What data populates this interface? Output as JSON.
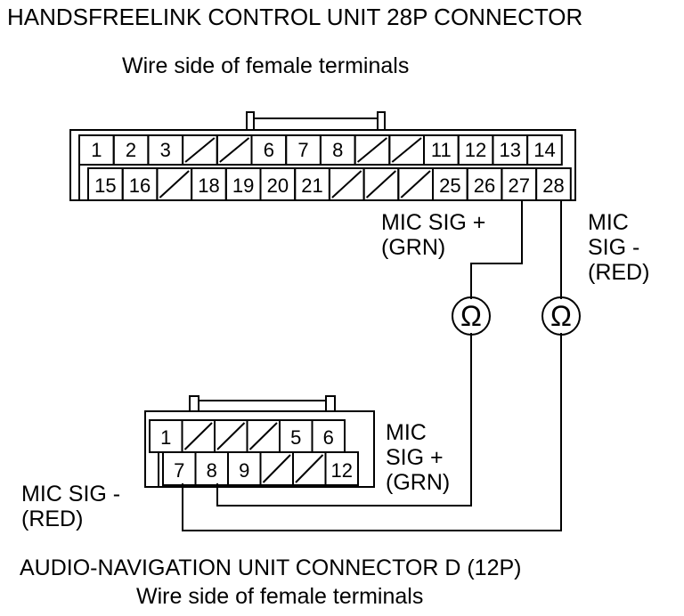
{
  "top_title": "HANDSFREELINK CONTROL UNIT 28P CONNECTOR",
  "top_subtitle": "Wire side of female terminals",
  "bottom_title": "AUDIO-NAVIGATION UNIT CONNECTOR D (12P)",
  "bottom_subtitle": "Wire side of female terminals",
  "hfl_connector": {
    "row1": [
      "1",
      "2",
      "3",
      "/",
      "/",
      "6",
      "7",
      "8",
      "/",
      "/",
      "11",
      "12",
      "13",
      "14"
    ],
    "row2": [
      "15",
      "16",
      "/",
      "18",
      "19",
      "20",
      "21",
      "/",
      "/",
      "/",
      "25",
      "26",
      "27",
      "28"
    ]
  },
  "nav_connector": {
    "row1": [
      "1",
      "/",
      "/",
      "/",
      "5",
      "6"
    ],
    "row2": [
      "7",
      "8",
      "9",
      "/",
      "/",
      "12"
    ]
  },
  "meter_symbol": "Ω",
  "labels": {
    "mic_sig_plus_top": "MIC SIG +\n(GRN)",
    "mic_sig_minus_top": "MIC\nSIG -\n(RED)",
    "mic_sig_plus_bottom": "MIC\nSIG +\n(GRN)",
    "mic_sig_minus_bottom": "MIC SIG -\n(RED)"
  }
}
